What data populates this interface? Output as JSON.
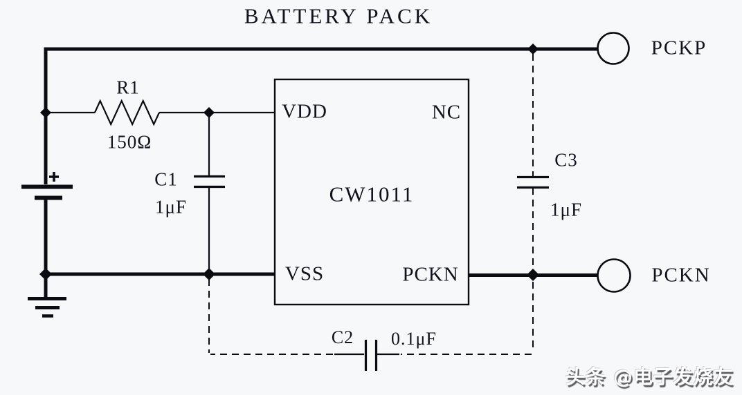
{
  "title": "BATTERY PACK",
  "colors": {
    "ink": "#12121c",
    "line": "#0b0b12",
    "background": "#f7f8f9"
  },
  "schematic": {
    "ic": {
      "name": "CW1011",
      "pins": {
        "vdd": "VDD",
        "nc": "NC",
        "vss": "VSS",
        "pckn": "PCKN"
      }
    },
    "components": {
      "r1": {
        "ref": "R1",
        "value": "150Ω"
      },
      "c1": {
        "ref": "C1",
        "value": "1μF"
      },
      "c2": {
        "ref": "C2",
        "value": "0.1μF"
      },
      "c3": {
        "ref": "C3",
        "value": "1μF"
      }
    },
    "terminals": {
      "positive": "PCKP",
      "negative": "PCKN"
    }
  },
  "watermark": "头条 @电子发烧友"
}
